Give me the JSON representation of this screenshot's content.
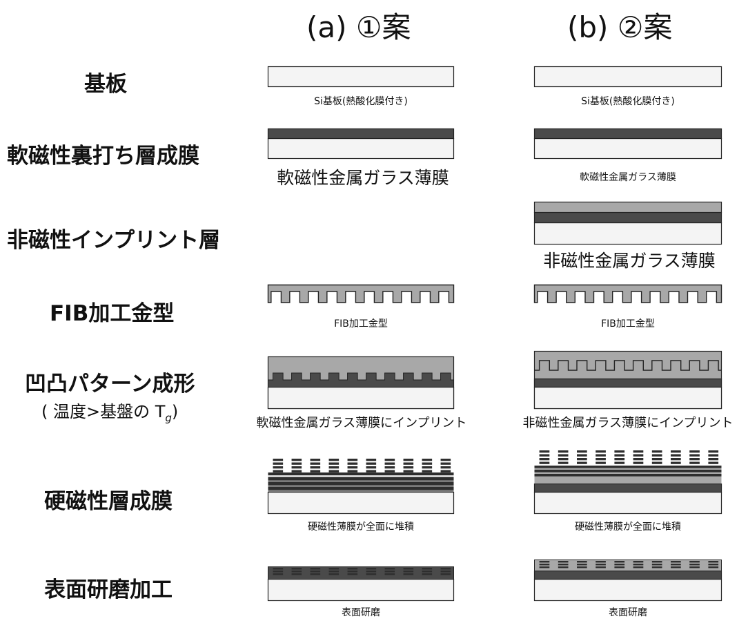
{
  "columns": {
    "a": "(a) ①案",
    "b": "(b) ②案"
  },
  "steps": {
    "substrate": "基板",
    "soft_layer": "軟磁性裏打ち層成膜",
    "nonmag_layer": "非磁性インプリント層",
    "fib_mold": "FIB加工金型",
    "pattern": "凹凸パターン成形",
    "pattern_note": "( 温度>基盤の T",
    "pattern_note_sub": "g",
    "pattern_note_close": ")",
    "hard_layer": "硬磁性層成膜",
    "polish": "表面研磨加工"
  },
  "captions": {
    "a_substrate": "Si基板(熱酸化膜付き)",
    "b_substrate": "Si基板(熱酸化膜付き)",
    "a_soft": "軟磁性金属ガラス薄膜",
    "b_soft": "軟磁性金属ガラス薄膜",
    "b_nonmag": "非磁性金属ガラス薄膜",
    "a_fib": "FIB加工金型",
    "b_fib": "FIB加工金型",
    "a_pattern": "軟磁性金属ガラス薄膜にインプリント",
    "b_pattern": "非磁性金属ガラス薄膜にインプリント",
    "a_hard": "硬磁性薄膜が全面に堆積",
    "b_hard": "硬磁性薄膜が全面に堆積",
    "a_polish": "表面研磨",
    "b_polish": "表面研磨"
  },
  "colors": {
    "substrate": "#f4f4f4",
    "soft_layer": "#4a4a4a",
    "nonmag_layer": "#a8a8a8",
    "hard_layer": "#2e2e2e",
    "outline": "#222222"
  }
}
